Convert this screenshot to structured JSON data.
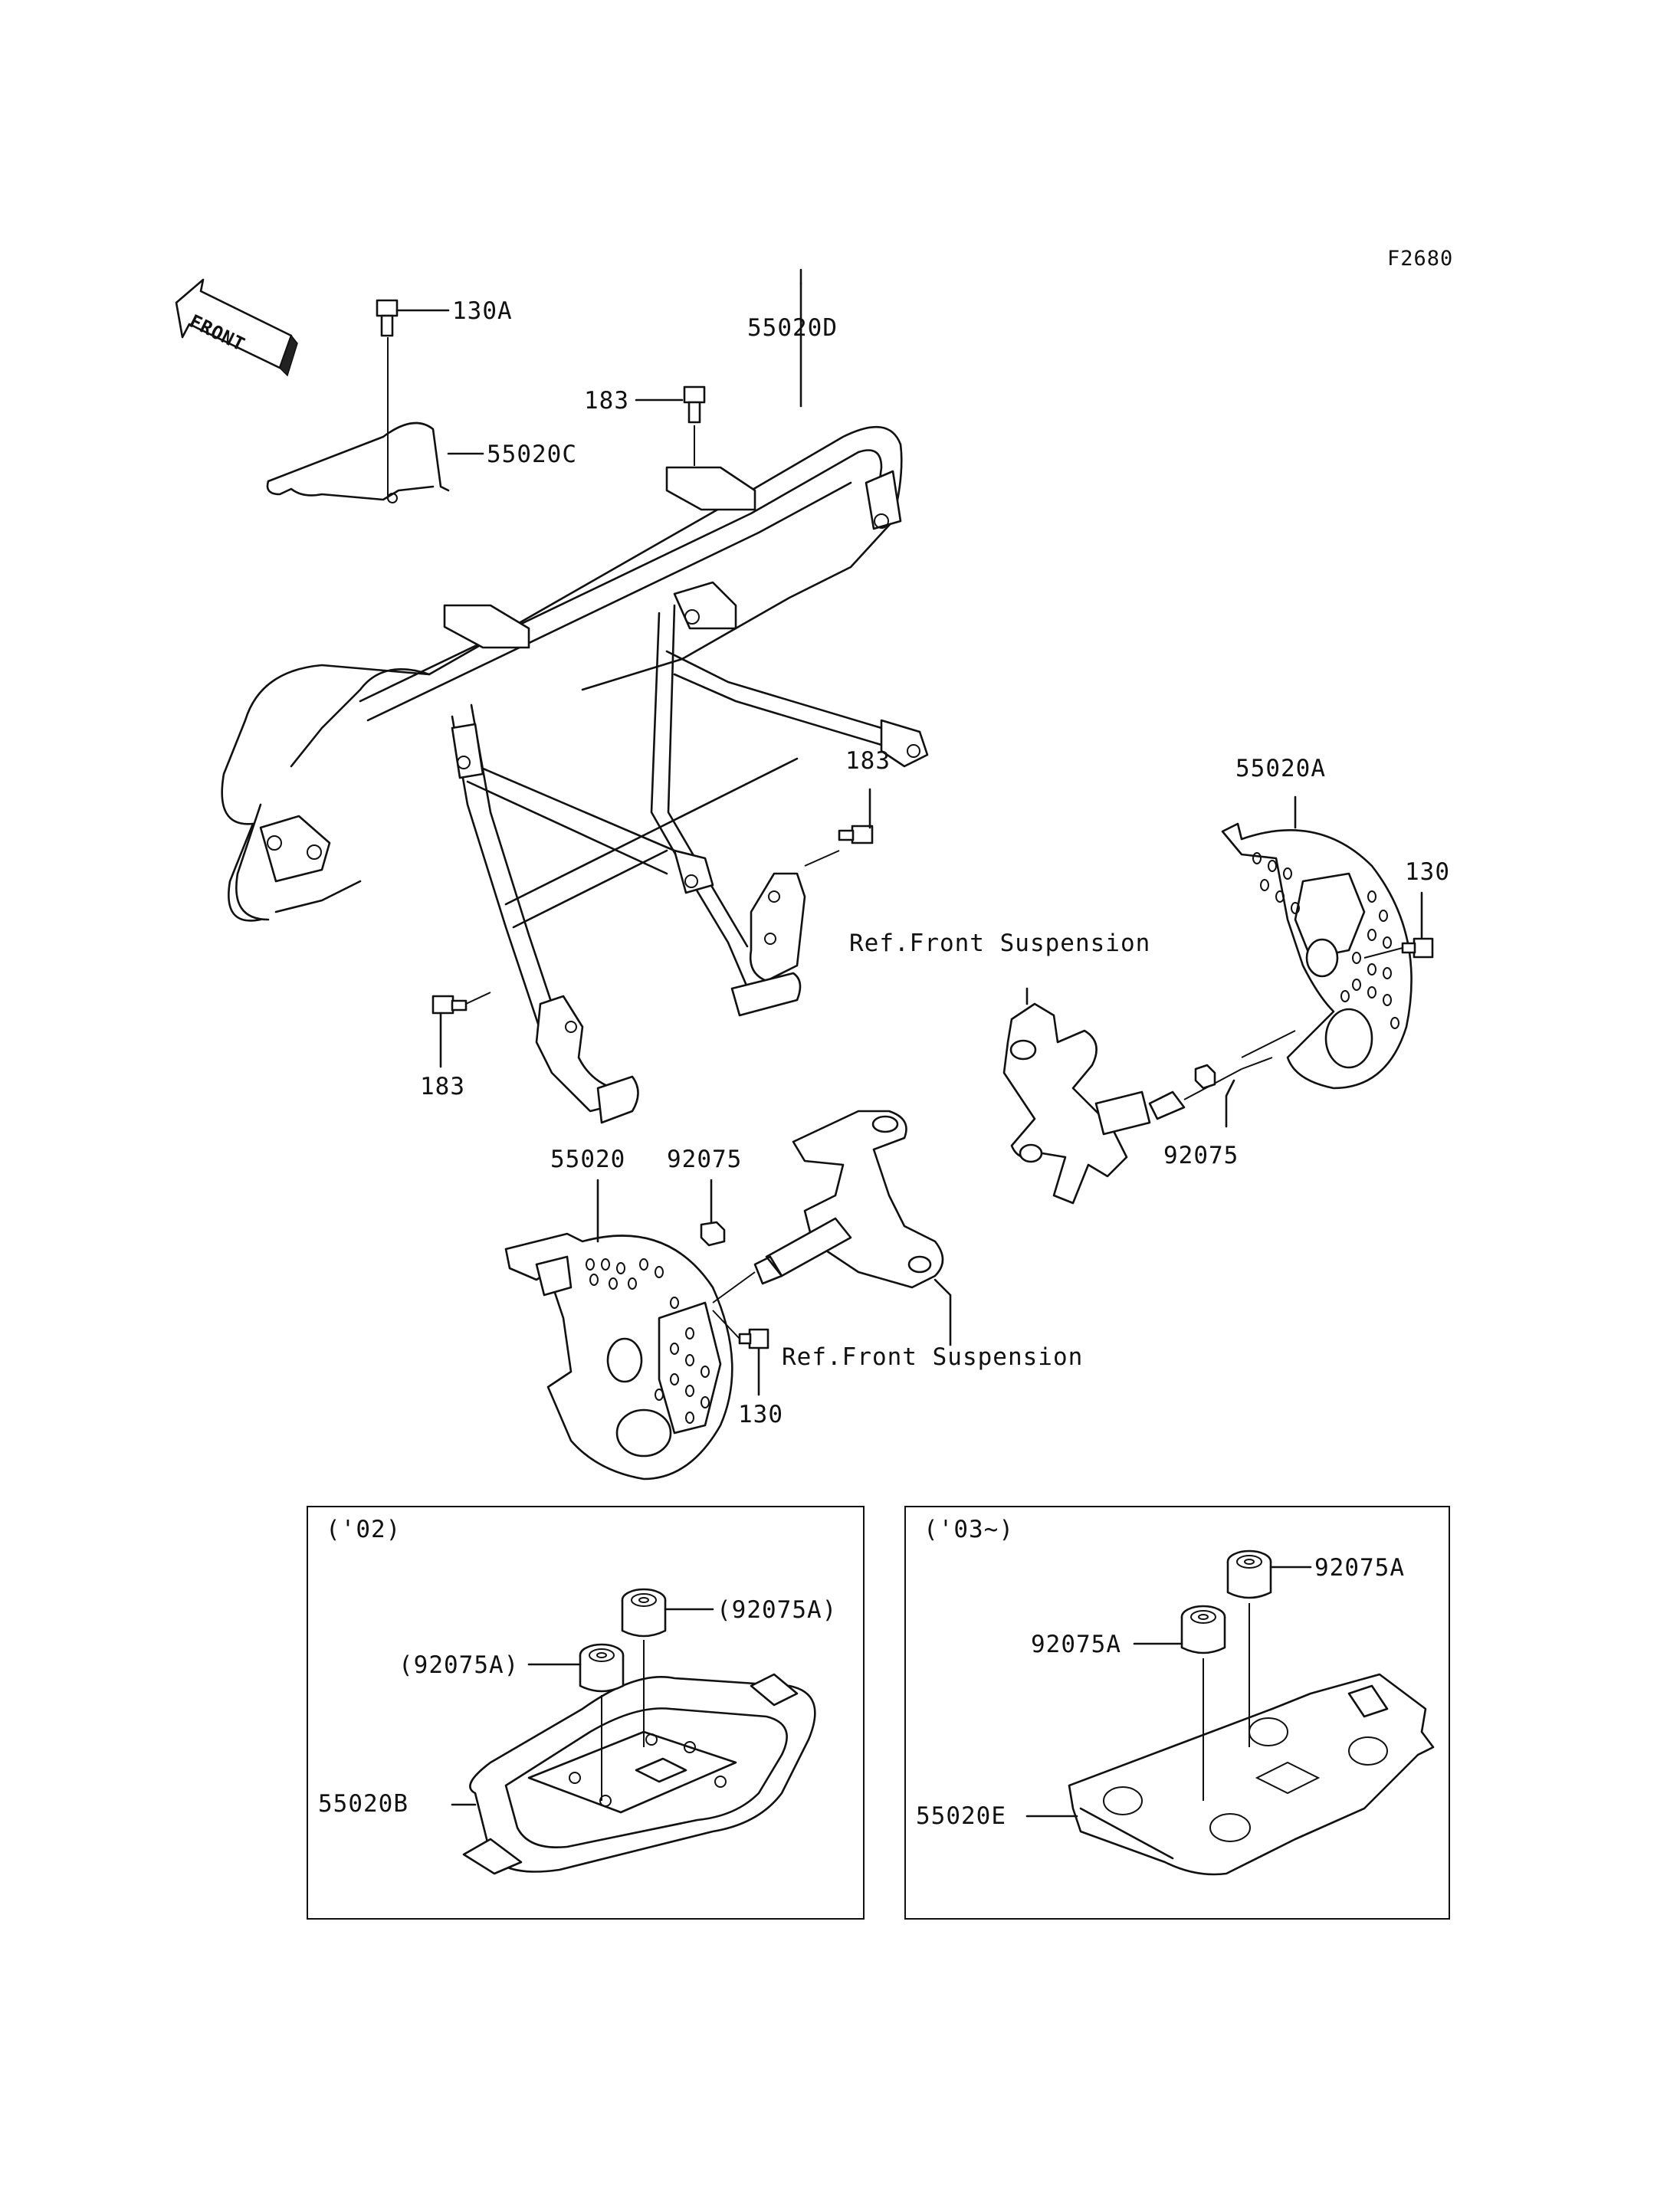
{
  "figure_code": "F2680",
  "front_indicator": "FRONT",
  "callouts": {
    "bolt_top": "130A",
    "bracket": "55020C",
    "bolt_frame_top": "183",
    "front_guard": "55020D",
    "bolt_frame_right": "183",
    "bolt_frame_left": "183",
    "right_disc_cover": "55020A",
    "bolt_right_cover": "130",
    "ref_right": "Ref.Front Suspension",
    "nut_right": "92075",
    "left_disc_cover": "55020",
    "nut_left": "92075",
    "ref_left": "Ref.Front Suspension",
    "bolt_left_cover": "130"
  },
  "inset_2002": {
    "year": "('02)",
    "damper_top": "(92075A)",
    "damper_left": "(92075A)",
    "skid_plate": "55020B"
  },
  "inset_2003": {
    "year": "('03~)",
    "damper_top": "92075A",
    "damper_left": "92075A",
    "skid_plate": "55020E"
  }
}
